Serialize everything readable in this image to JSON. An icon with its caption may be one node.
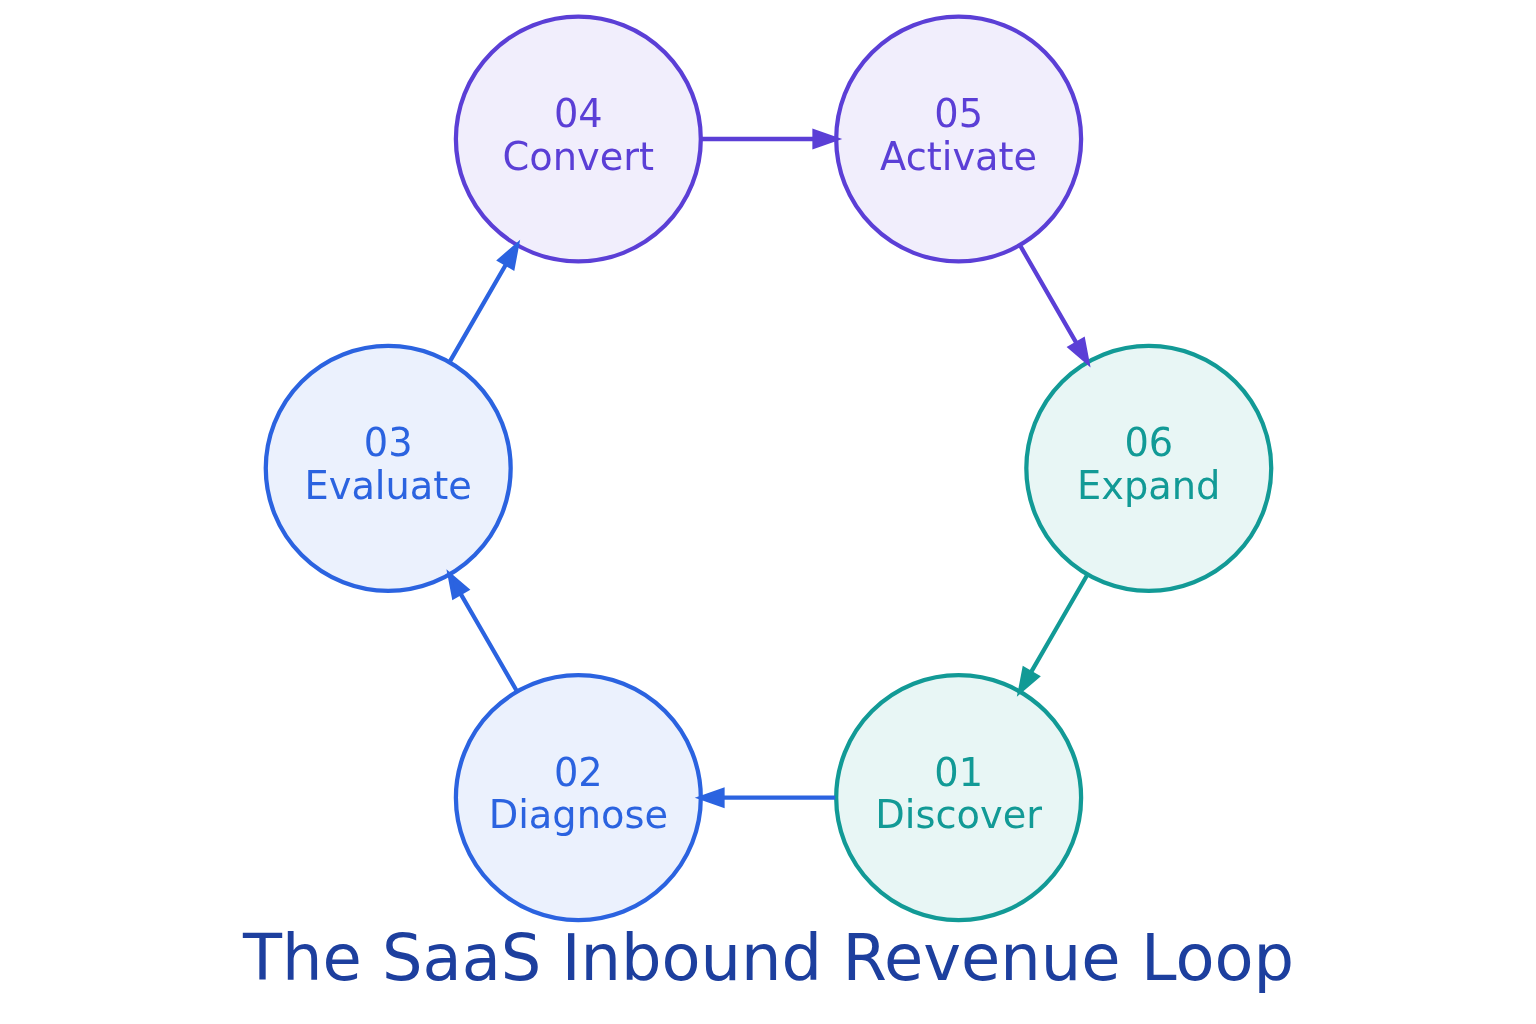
{
  "diagram": {
    "title": "The SaaS Inbound Revenue Loop",
    "nodes": [
      {
        "text": [
          "01",
          "Discover"
        ]
      },
      {
        "text": [
          "02",
          "Diagnose"
        ]
      },
      {
        "text": [
          "03",
          "Evaluate"
        ]
      },
      {
        "text": [
          "04",
          "Convert"
        ]
      },
      {
        "text": [
          "05",
          "Activate"
        ]
      },
      {
        "text": [
          "06",
          "Expand"
        ]
      }
    ],
    "edges": [
      {
        "from": 0,
        "to": 1,
        "arrow": "to"
      },
      {
        "from": 1,
        "to": 2,
        "arrow": "to"
      },
      {
        "from": 2,
        "to": 3,
        "arrow": "to"
      },
      {
        "from": 3,
        "to": 4,
        "arrow": "to",
        "color": "#5b3fd6"
      },
      {
        "from": 4,
        "to": 5,
        "arrow": "to",
        "color": "#5b3fd6"
      },
      {
        "from": 5,
        "to": 0,
        "arrow": "to",
        "color": "#129a96"
      }
    ]
  }
}
